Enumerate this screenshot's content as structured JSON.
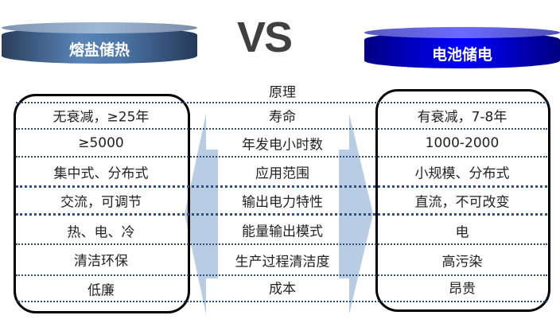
{
  "left_title": "熔盐储热",
  "right_title": "电池储电",
  "vs": "VS",
  "header": "原理",
  "rows": [
    {
      "criterion": "寿命",
      "left": "无衰减，≥25年",
      "right": "有衰减，7-8年"
    },
    {
      "criterion": "年发电小时数",
      "left": "≥5000",
      "right": "1000-2000"
    },
    {
      "criterion": "应用范围",
      "left": "集中式、分布式",
      "right": "小规模、分布式"
    },
    {
      "criterion": "输出电力特性",
      "left": "交流，可调节",
      "right": "直流，不可改变"
    },
    {
      "criterion": "能量输出模式",
      "left": "热、电、冷",
      "right": "电"
    },
    {
      "criterion": "生产过程清洁度",
      "left": "清洁环保",
      "right": "高污染"
    },
    {
      "criterion": "成本",
      "left": "低廉",
      "right": "昂贵"
    }
  ],
  "colors": {
    "arrow": "#b8cce4",
    "left_cyl": "#4d76a8",
    "right_cyl": "#0000ff"
  }
}
